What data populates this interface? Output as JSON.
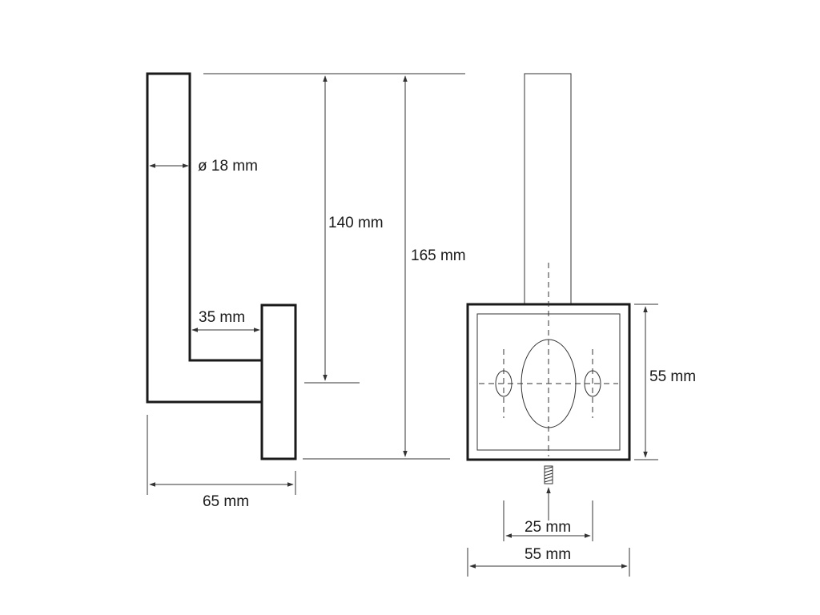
{
  "labels": {
    "tube_diameter": "ø 18 mm",
    "arm_height": "140 mm",
    "total_height": "165 mm",
    "arm_depth": "35 mm",
    "total_depth": "65 mm",
    "plate_height": "55 mm",
    "hole_spacing": "25 mm",
    "plate_width": "55 mm"
  }
}
